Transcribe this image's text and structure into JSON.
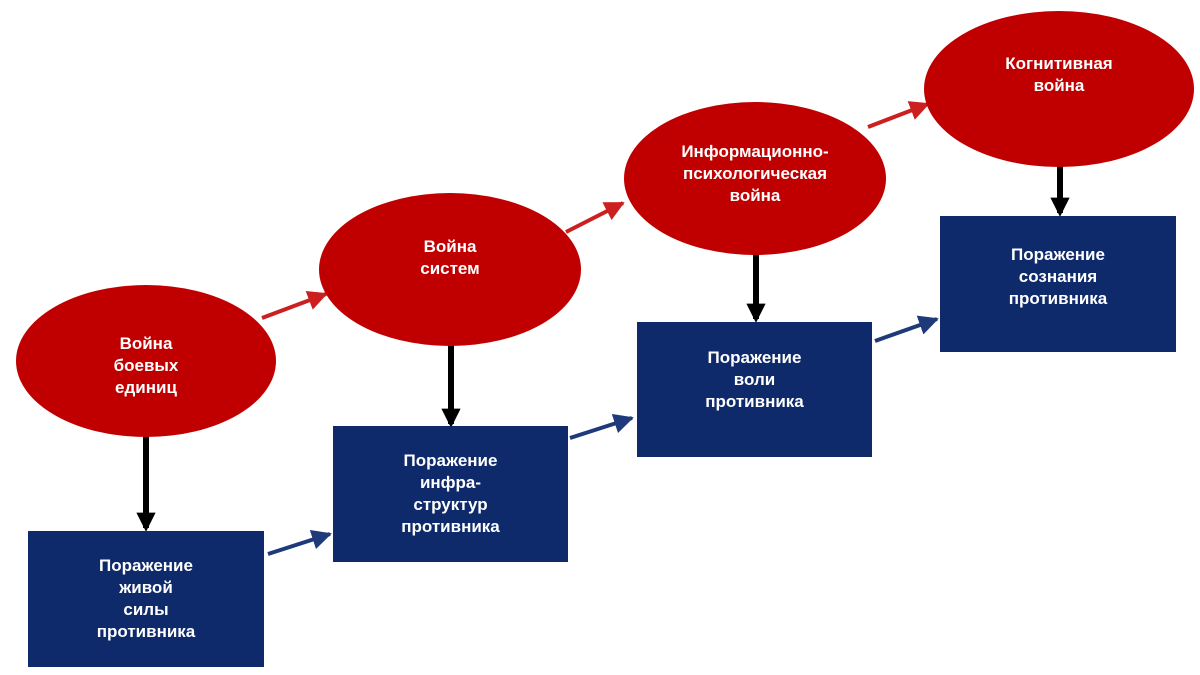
{
  "colors": {
    "war_node": "#c00000",
    "defeat_node": "#0e2a6b",
    "war_arrow": "#cc1f1f",
    "defeat_arrow": "#1e3a7a",
    "down_arrow": "#000000"
  },
  "diagram": {
    "wars": [
      {
        "label": "Война\nбоевых\nединиц"
      },
      {
        "label": "Война\nсистем"
      },
      {
        "label": "Информационно-\nпсихологическая\nвойна"
      },
      {
        "label": "Когнитивная\nвойна"
      }
    ],
    "defeats": [
      {
        "label": "Поражение\nживой\nсилы\nпротивника"
      },
      {
        "label": "Поражение\nинфра-\nструктур\nпротивника"
      },
      {
        "label": "Поражение\nволи\nпротивника"
      },
      {
        "label": "Поражение\nсознания\nпротивника"
      }
    ]
  }
}
